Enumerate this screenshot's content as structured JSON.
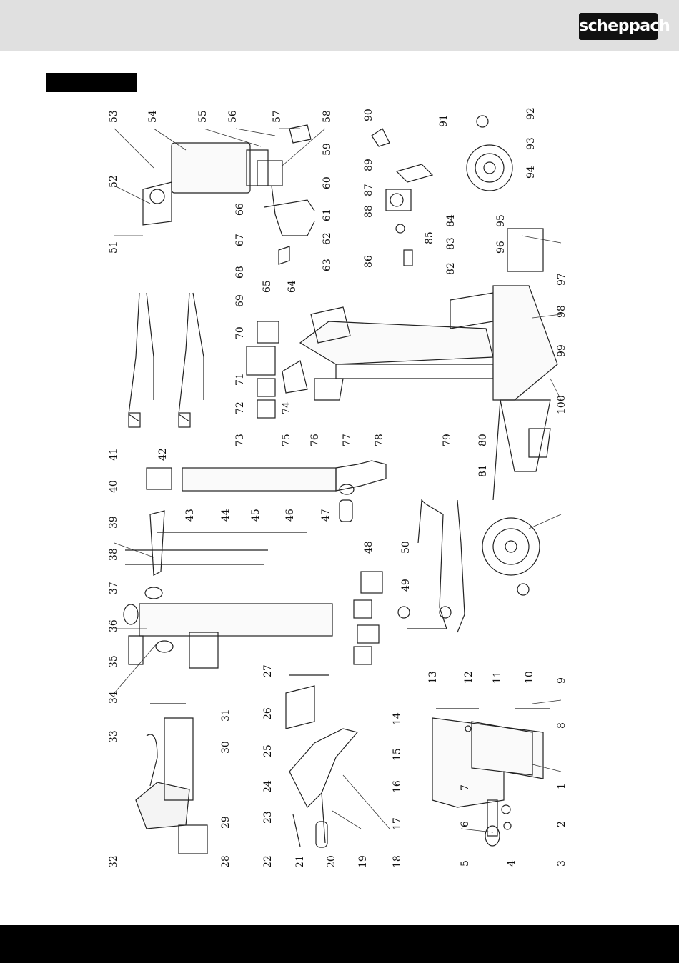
{
  "brand": {
    "logo_text": "scheppach"
  },
  "section_tab": {
    "label": ""
  },
  "callouts": [
    "1",
    "2",
    "3",
    "4",
    "5",
    "6",
    "7",
    "8",
    "9",
    "10",
    "11",
    "12",
    "13",
    "14",
    "15",
    "16",
    "17",
    "18",
    "19",
    "20",
    "21",
    "22",
    "23",
    "24",
    "25",
    "26",
    "27",
    "28",
    "29",
    "30",
    "31",
    "32",
    "33",
    "34",
    "35",
    "36",
    "37",
    "38",
    "39",
    "40",
    "41",
    "42",
    "43",
    "44",
    "45",
    "46",
    "47",
    "48",
    "49",
    "50",
    "51",
    "52",
    "53",
    "54",
    "55",
    "56",
    "57",
    "58",
    "59",
    "60",
    "61",
    "62",
    "63",
    "64",
    "65",
    "66",
    "67",
    "68",
    "69",
    "70",
    "71",
    "72",
    "73",
    "74",
    "75",
    "76",
    "77",
    "78",
    "79",
    "80",
    "81",
    "82",
    "83",
    "84",
    "85",
    "86",
    "87",
    "88",
    "89",
    "90",
    "91",
    "92",
    "93",
    "94",
    "95",
    "96",
    "97",
    "98",
    "99",
    "100"
  ]
}
